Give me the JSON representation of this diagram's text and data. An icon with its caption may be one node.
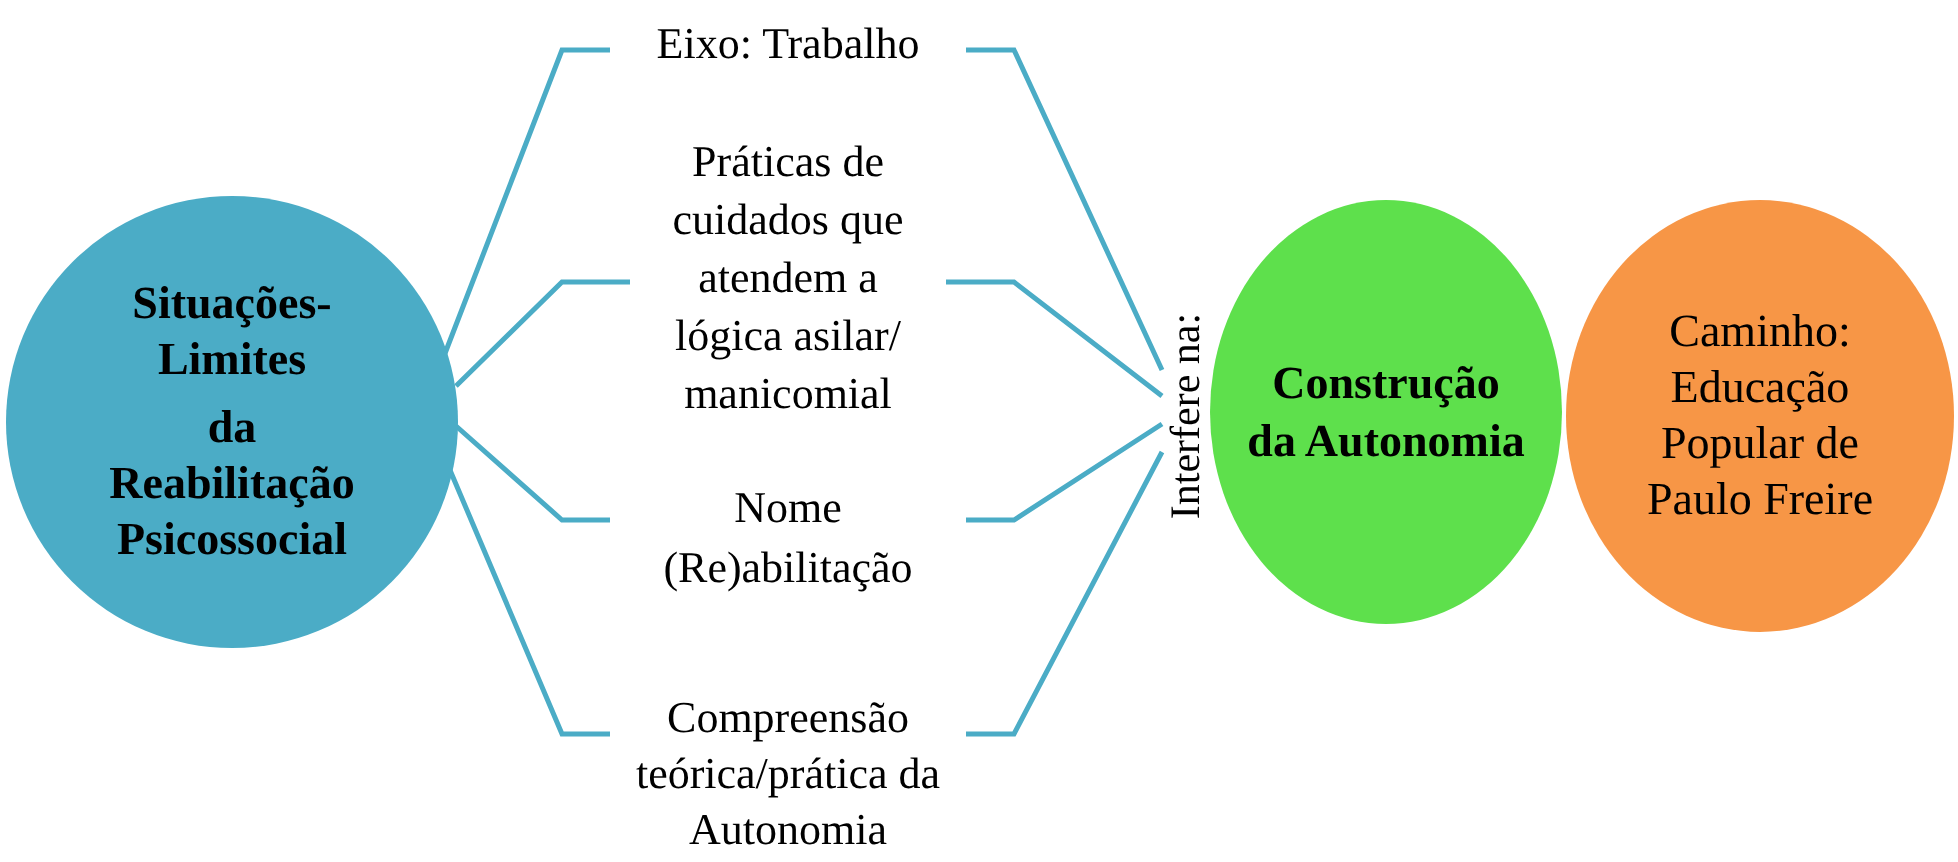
{
  "diagram": {
    "nodes": [
      {
        "text": [
          "Situações-Limites",
          "da Reabilitação Psicossocial"
        ]
      },
      {
        "text": [
          "Eixo: Trabalho"
        ]
      },
      {
        "text": [
          "Práticas de cuidados que atendem a lógica asilar/ manicomial"
        ]
      },
      {
        "text": [
          "Nome (Re)abilitação"
        ]
      },
      {
        "text": [
          "Compreensão teórica/prática da Autonomia"
        ]
      },
      {
        "text": [
          "Interfere na:"
        ]
      },
      {
        "text": [
          "Construção da Autonomia"
        ]
      },
      {
        "text": [
          "Caminho: Educação Popular de Paulo Freire"
        ]
      }
    ],
    "edges": [
      {
        "from": 0,
        "to": 1,
        "arrow": "none"
      },
      {
        "from": 0,
        "to": 2,
        "arrow": "none"
      },
      {
        "from": 0,
        "to": 3,
        "arrow": "none"
      },
      {
        "from": 0,
        "to": 4,
        "arrow": "none"
      },
      {
        "from": 1,
        "to": 5,
        "arrow": "none"
      },
      {
        "from": 2,
        "to": 5,
        "arrow": "none"
      },
      {
        "from": 3,
        "to": 5,
        "arrow": "none"
      },
      {
        "from": 4,
        "to": 5,
        "arrow": "none"
      }
    ]
  }
}
